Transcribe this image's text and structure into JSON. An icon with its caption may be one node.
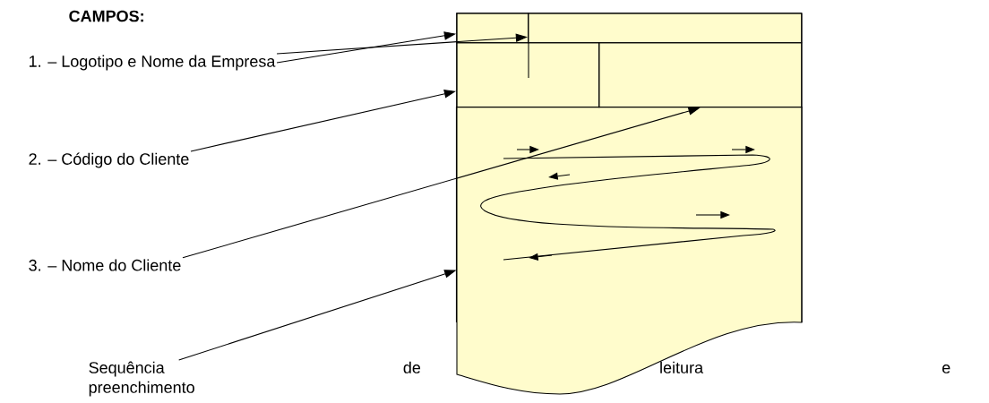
{
  "diagram": {
    "title": "CAMPOS:",
    "nodes": [
      {
        "text": [
          "1. – Logotipo e Nome da Empresa"
        ]
      },
      {
        "text": [
          "2. – Código do Cliente"
        ]
      },
      {
        "text": [
          "3. – Nome do Cliente"
        ]
      },
      {
        "text": [
          "Sequência de leitura e preenchimento"
        ]
      },
      {
        "text": [],
        "shape": "document"
      },
      {
        "text": [],
        "shape": "box",
        "in": 4
      },
      {
        "text": [],
        "shape": "box",
        "in": 4
      },
      {
        "text": [],
        "shape": "box",
        "in": 4
      },
      {
        "text": [],
        "shape": "box",
        "in": 4
      },
      {
        "text": [],
        "shape": "box",
        "in": 4
      }
    ],
    "edges": [
      {
        "from": 0,
        "to": 6,
        "arrow": "to"
      },
      {
        "from": 0,
        "to": 5,
        "arrow": "to"
      },
      {
        "from": 1,
        "to": 7,
        "arrow": "to"
      },
      {
        "from": 2,
        "to": 8,
        "arrow": "to"
      },
      {
        "from": 3,
        "to": 9,
        "arrow": "to"
      }
    ]
  }
}
